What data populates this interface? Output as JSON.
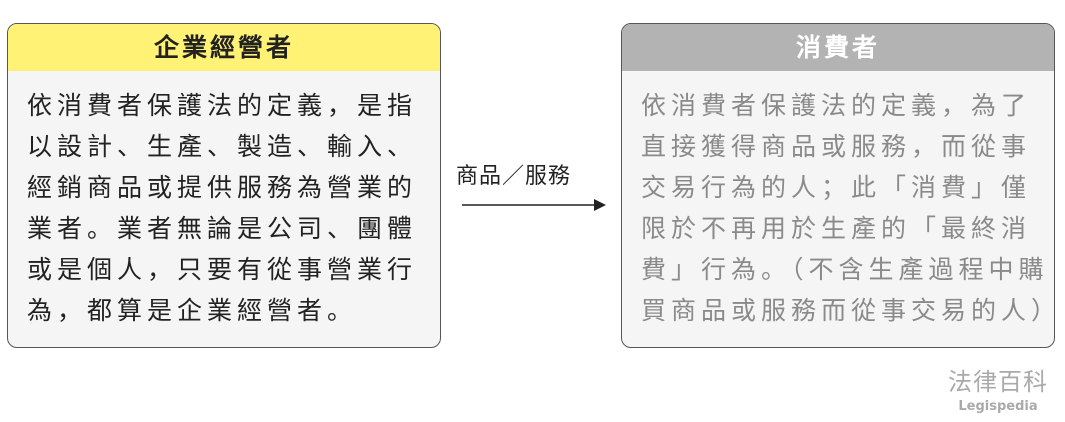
{
  "business": {
    "title": "企業經營者",
    "lines": [
      "依消費者保護法的定義，是指",
      "以設計、生產、製造、輸入、",
      "經銷商品或提供服務為營業的",
      "業者。業者無論是公司、團體",
      "或是個人，只要有從事營業行",
      "為，都算是企業經營者。"
    ]
  },
  "relation": {
    "label": "商品／服務"
  },
  "consumer": {
    "title": "消費者",
    "lines": [
      "依消費者保護法的定義，為了",
      "直接獲得商品或服務，而從事",
      "交易行為的人；此「消費」僅",
      "限於不再用於生產的「最終消",
      "費」行為。（不含生產過程中購",
      "買商品或服務而從事交易的人）"
    ]
  },
  "logo": {
    "zh": "法律百科",
    "en": "Legispedia"
  },
  "colors": {
    "business_header": "#fff275",
    "consumer_header": "#b3b3b3",
    "box_bg": "#f5f5f5"
  }
}
